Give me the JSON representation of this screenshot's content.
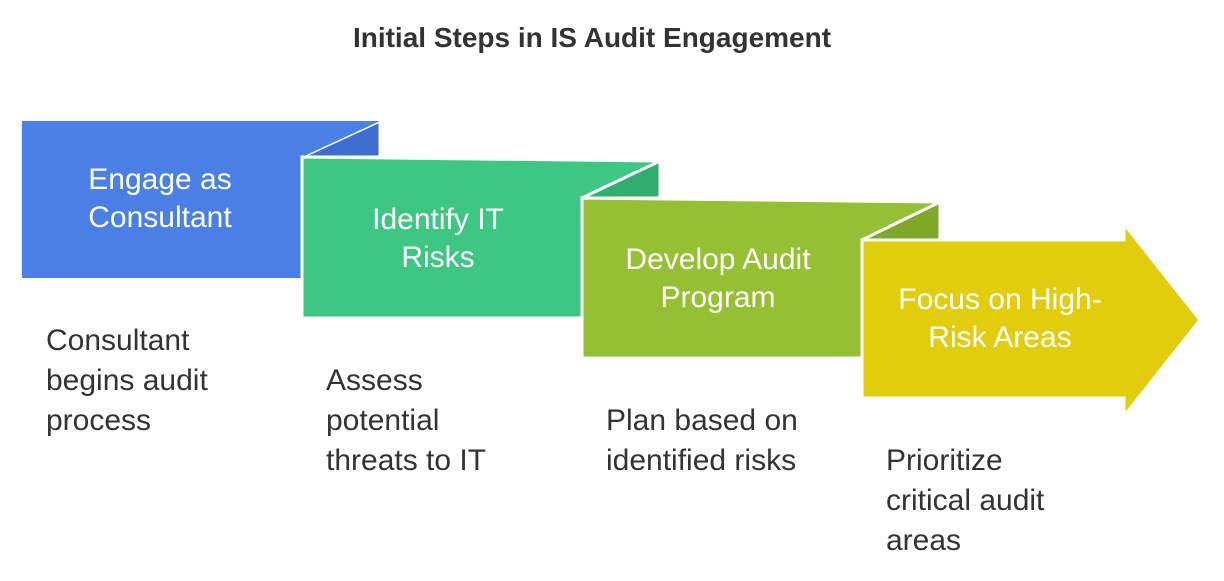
{
  "title": "Initial Steps in IS Audit Engagement",
  "colors": {
    "step1": "#4a80e6",
    "step1_fold": "#3d6fd0",
    "step2": "#3ec683",
    "step2_fold": "#2fae6d",
    "step3": "#96c034",
    "step3_fold": "#7ea828",
    "step4": "#e1cd0c",
    "step4_fold": "#c9b606",
    "text_dark": "#333333",
    "text_light": "#ffffff"
  },
  "steps": [
    {
      "label_line1": "Engage as",
      "label_line2": "Consultant",
      "desc_line1": "Consultant",
      "desc_line2": "begins audit",
      "desc_line3": "process"
    },
    {
      "label_line1": "Identify IT",
      "label_line2": "Risks",
      "desc_line1": "Assess",
      "desc_line2": "potential",
      "desc_line3": "threats to IT"
    },
    {
      "label_line1": "Develop Audit",
      "label_line2": "Program",
      "desc_line1": "Plan based on",
      "desc_line2": "identified risks"
    },
    {
      "label_line1": "Focus on High-",
      "label_line2": "Risk Areas",
      "desc_line1": "Prioritize",
      "desc_line2": "critical audit",
      "desc_line3": "areas"
    }
  ]
}
